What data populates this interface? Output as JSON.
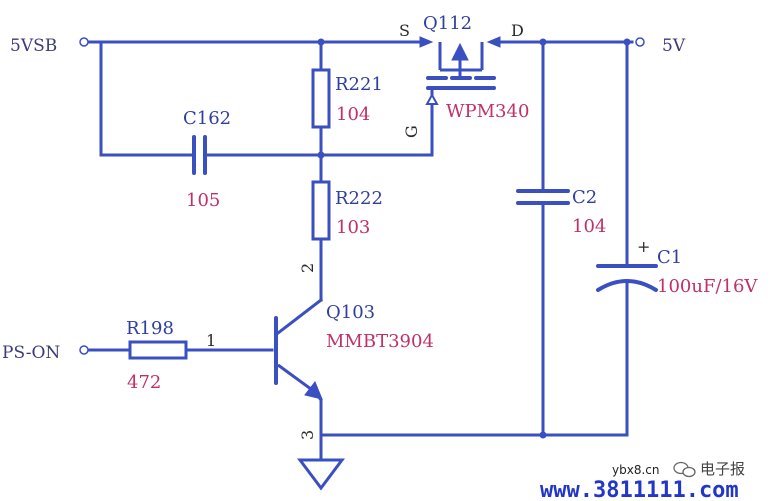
{
  "nets": {
    "vsb": "5VSB",
    "out": "5V",
    "pson": "PS-ON"
  },
  "components": {
    "q112": {
      "ref": "Q112",
      "value": "WPM340",
      "pin_s": "S",
      "pin_d": "D",
      "pin_g": "G"
    },
    "r221": {
      "ref": "R221",
      "value": "104"
    },
    "r222": {
      "ref": "R222",
      "value": "103"
    },
    "c162": {
      "ref": "C162",
      "value": "105"
    },
    "c2": {
      "ref": "C2",
      "value": "104"
    },
    "c1": {
      "ref": "C1",
      "value": "100uF/16V",
      "polarity": "+"
    },
    "q103": {
      "ref": "Q103",
      "value": "MMBT3904",
      "pin_b": "1",
      "pin_c": "2",
      "pin_e": "3"
    },
    "r198": {
      "ref": "R198",
      "value": "472"
    }
  },
  "watermark": {
    "site": "ybx8.cn",
    "brand": "电子报",
    "url": "www.3811111.com"
  },
  "colors": {
    "wire": "#3a4fc0",
    "reference": "#2f3f9e",
    "value": "#c0306a"
  }
}
